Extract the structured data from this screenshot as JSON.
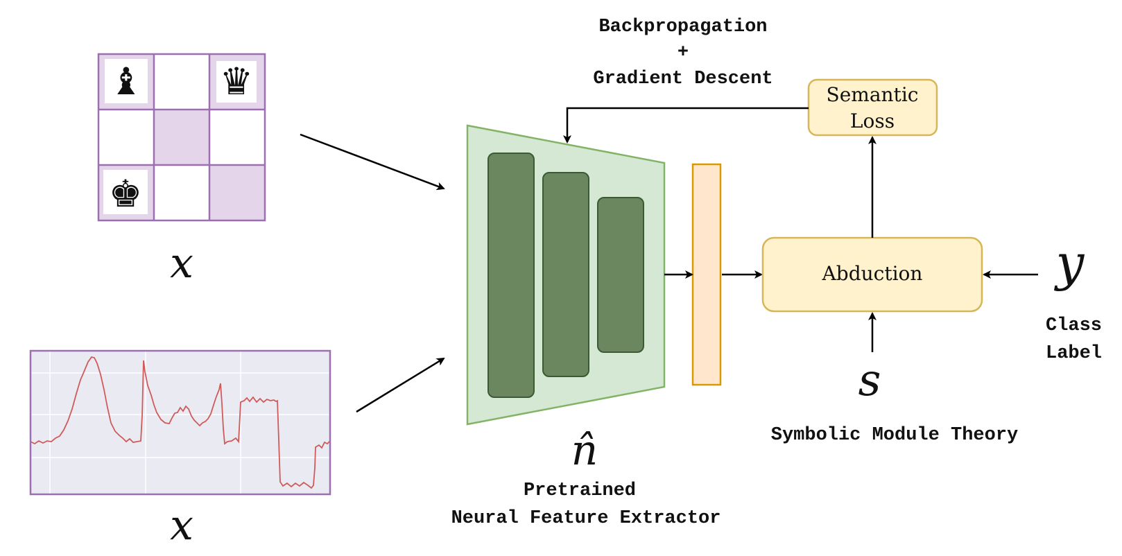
{
  "labels": {
    "backprop_line1": "Backpropagation",
    "backprop_line2": "+",
    "backprop_line3": "Gradient Descent",
    "semantic_loss_line1": "Semantic",
    "semantic_loss_line2": "Loss",
    "abduction": "Abduction",
    "class_label_line1": "Class",
    "class_label_line2": "Label",
    "symbolic_module": "Symbolic Module Theory",
    "extractor_line1": "Pretrained",
    "extractor_line2": "Neural Feature Extractor"
  },
  "variables": {
    "x_top": "x",
    "x_bottom": "x",
    "n_hat": "n̂",
    "s": "s",
    "y": "y"
  },
  "chess": {
    "pieces": [
      "♝",
      "♛",
      "♚"
    ]
  },
  "colors": {
    "board_border": "#9b6fb0",
    "board_shade": "#e4d5ea",
    "extractor_fill": "#d5e8d4",
    "extractor_stroke": "#82b366",
    "layer_fill": "#6a8760",
    "layer_stroke": "#3a5a34",
    "embedding_fill": "#ffe6cc",
    "embedding_stroke": "#d79b00",
    "box_fill": "#fff2cc",
    "box_stroke": "#d6b656",
    "plot_bg": "#eaeaf2",
    "plot_line": "#d05a5a",
    "plot_border": "#9b6fb0"
  }
}
